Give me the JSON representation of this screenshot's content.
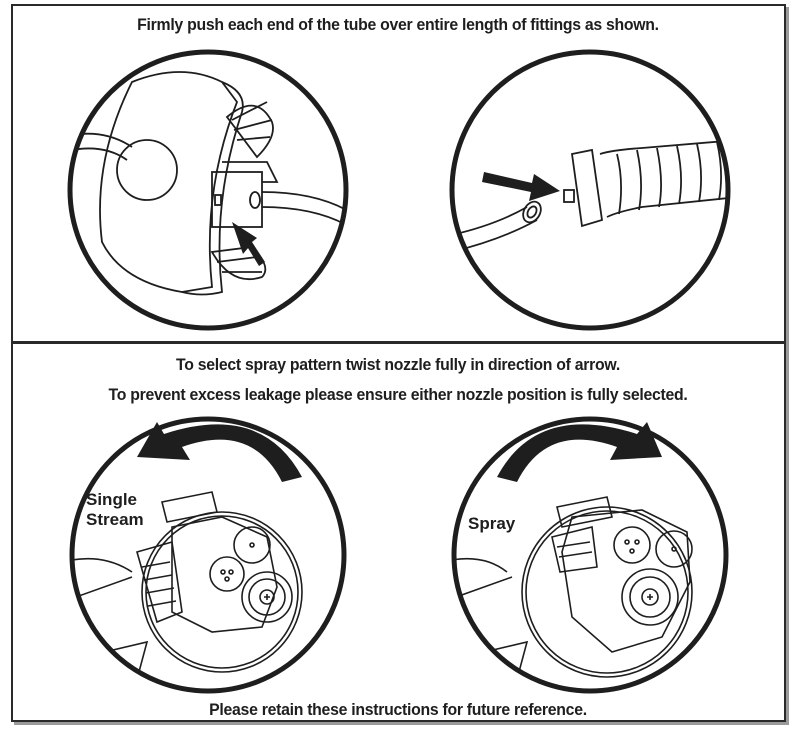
{
  "document": {
    "section_1": {
      "instruction": "Firmly push each end of the tube over entire length of fittings as shown.",
      "illustrations": [
        {
          "name": "tube-onto-pump-fitting",
          "icon": "push-arrow-icon"
        },
        {
          "name": "tube-onto-hose-fitting",
          "icon": "push-arrow-icon"
        }
      ]
    },
    "section_2": {
      "instruction_1": "To select spray pattern twist nozzle fully in direction of arrow.",
      "instruction_2": "To prevent excess leakage please ensure either nozzle position is fully selected.",
      "illustrations": [
        {
          "label_line_1": "Single",
          "label_line_2": "Stream",
          "arrow": "counter-clockwise-arrow-icon"
        },
        {
          "label": "Spray",
          "arrow": "clockwise-arrow-icon"
        }
      ]
    },
    "footer": "Please retain these instructions for future reference."
  },
  "colors": {
    "ink": "#1e1e1e",
    "paper": "#ffffff",
    "shadow": "#9a9a9a"
  }
}
